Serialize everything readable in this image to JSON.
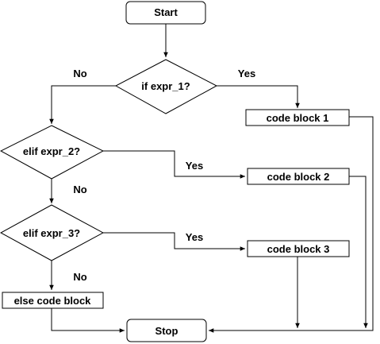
{
  "nodes": {
    "start": "Start",
    "if_expr_1": "if expr_1?",
    "elif_expr_2": "elif expr_2?",
    "elif_expr_3": "elif expr_3?",
    "code_block_1": "code block 1",
    "code_block_2": "code block 2",
    "code_block_3": "code block 3",
    "else_code_block": "else code block",
    "stop": "Stop"
  },
  "edge_labels": {
    "if1_no": "No",
    "if1_yes": "Yes",
    "elif2_yes": "Yes",
    "elif2_no": "No",
    "elif3_yes": "Yes",
    "elif3_no": "No"
  }
}
